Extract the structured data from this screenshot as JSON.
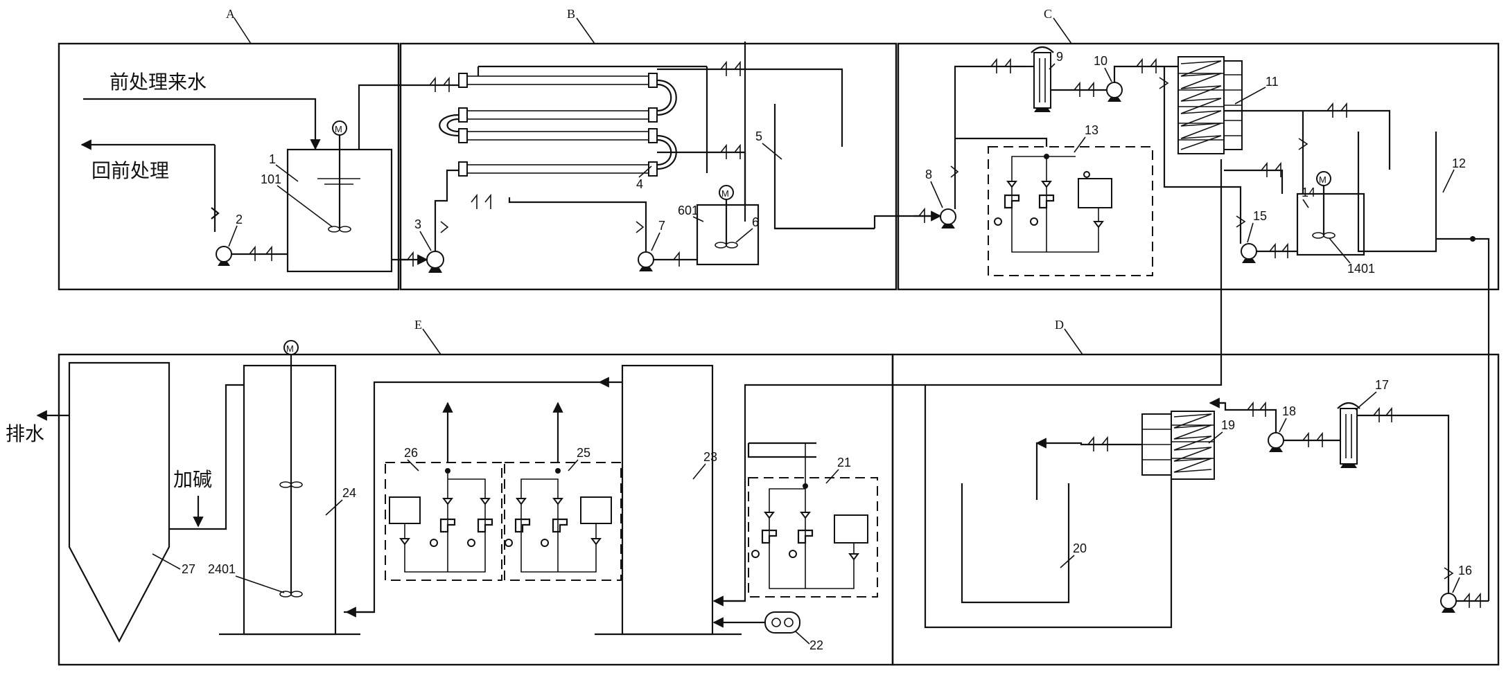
{
  "sections": {
    "a": "A",
    "b": "B",
    "c": "C",
    "d": "D",
    "e": "E"
  },
  "text": {
    "pretreat_in": "前处理来水",
    "return_pretreat": "回前处理",
    "drain": "排水",
    "add_alkali": "加碱"
  },
  "labels": {
    "n1": "1",
    "n101": "101",
    "n2": "2",
    "n3": "3",
    "n4": "4",
    "n5": "5",
    "n6": "6",
    "n601": "601",
    "n7": "7",
    "n8": "8",
    "n9": "9",
    "n10": "10",
    "n11": "11",
    "n12": "12",
    "n13": "13",
    "n14": "14",
    "n1401": "1401",
    "n15": "15",
    "n16": "16",
    "n17": "17",
    "n18": "18",
    "n19": "19",
    "n20": "20",
    "n21": "21",
    "n22": "22",
    "n23": "23",
    "n24": "24",
    "n2401": "2401",
    "n25": "25",
    "n26": "26",
    "n27": "27"
  },
  "motor_symbol": "M"
}
